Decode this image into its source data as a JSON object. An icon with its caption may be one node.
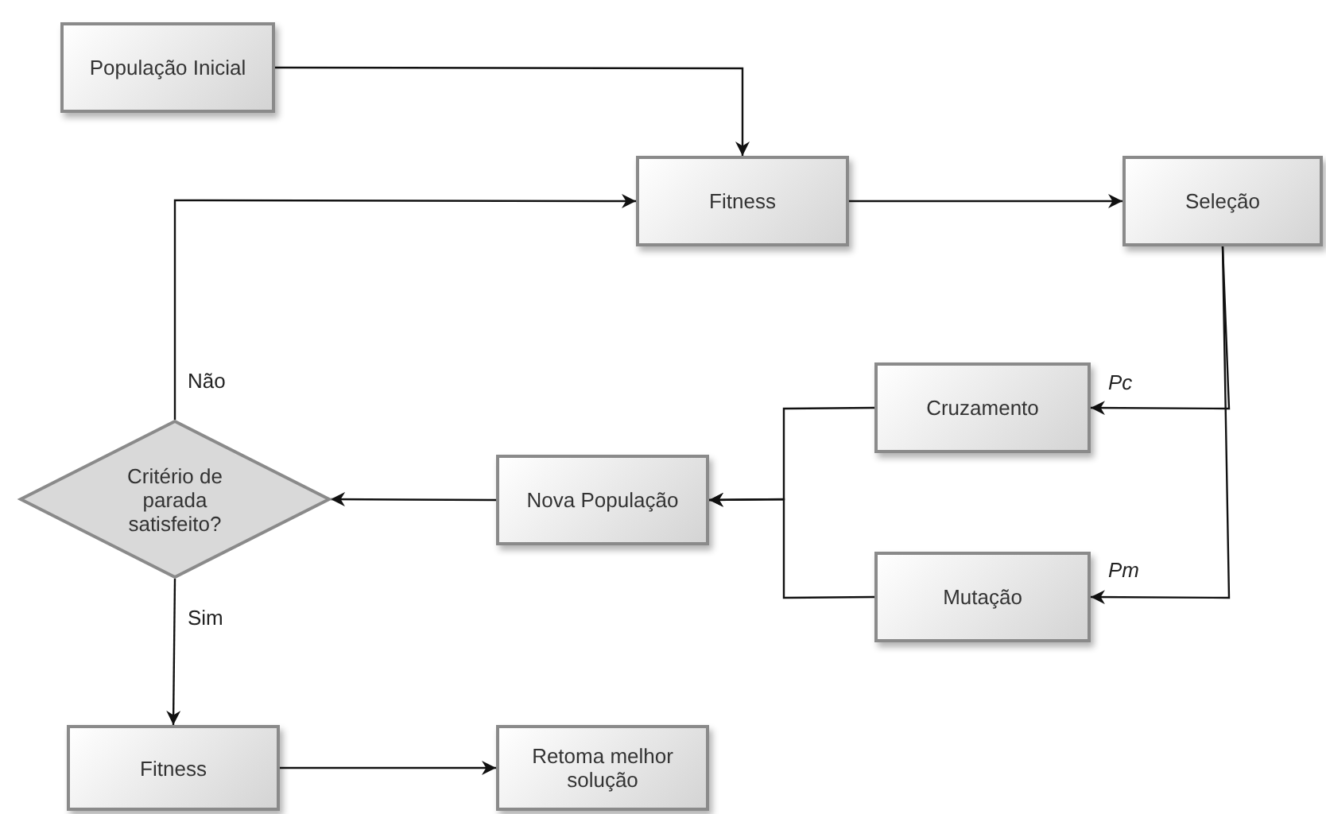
{
  "diagram": {
    "nodes": [
      {
        "text": [
          "População Inicial"
        ]
      },
      {
        "text": [
          "Fitness"
        ]
      },
      {
        "text": [
          "Seleção"
        ]
      },
      {
        "text": [
          "Cruzamento"
        ]
      },
      {
        "text": [
          "Mutação"
        ]
      },
      {
        "text": [
          "Nova População"
        ]
      },
      {
        "text": [
          "Critério de parada satisfeito?"
        ]
      },
      {
        "text": [
          "Fitness"
        ]
      },
      {
        "text": [
          "Retoma melhor solução"
        ]
      }
    ],
    "edges": [
      {
        "from": 0,
        "to": 1,
        "arrow": "to"
      },
      {
        "from": 6,
        "to": 1,
        "arrow": "to",
        "label": "Não"
      },
      {
        "from": 1,
        "to": 2,
        "arrow": "to"
      },
      {
        "from": 2,
        "to": 3,
        "arrow": "to",
        "label": "Pc"
      },
      {
        "from": 2,
        "to": 4,
        "arrow": "to",
        "label": "Pm"
      },
      {
        "from": 3,
        "to": 5,
        "arrow": "to"
      },
      {
        "from": 4,
        "to": 5,
        "arrow": "to"
      },
      {
        "from": 5,
        "to": 6,
        "arrow": "to"
      },
      {
        "from": 6,
        "to": 7,
        "arrow": "to",
        "label": "Sim"
      },
      {
        "from": 7,
        "to": 8,
        "arrow": "to"
      }
    ]
  }
}
